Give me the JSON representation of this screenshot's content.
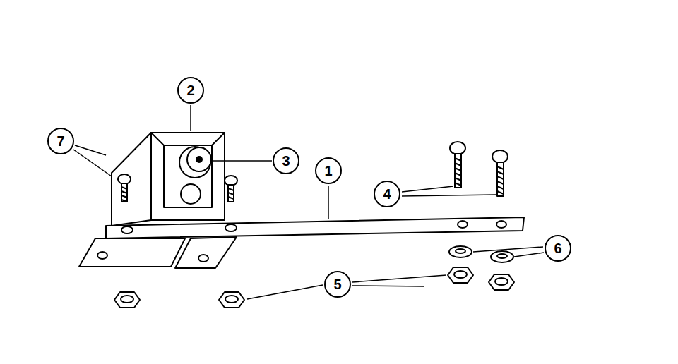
{
  "diagram": {
    "labels": [
      "2",
      "7",
      "3",
      "1",
      "4",
      "6",
      "5"
    ]
  }
}
